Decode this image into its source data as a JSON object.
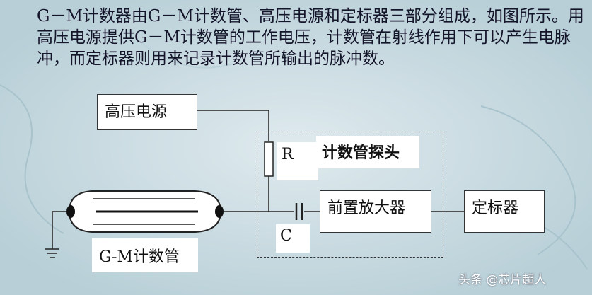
{
  "intro_text": "G－M计数器由G－M计数管、高压电源和定标器三部分组成，如图所示。用高压电源提供G－M计数管的工作电压，计数管在射线作用下可以产生电脉冲，而定标器则用来记录计数管所输出的脉冲数。",
  "diagram": {
    "hv_supply": "高压电源",
    "resistor": "R",
    "probe_title": "计数管探头",
    "preamp": "前置放大器",
    "scaler": "定标器",
    "capacitor": "C",
    "gm_tube": "G-M计数管"
  },
  "watermark": "头条 @芯片超人",
  "colors": {
    "background": "#cfe0e6",
    "line": "#222222",
    "tube_glass": "#ffffff"
  }
}
